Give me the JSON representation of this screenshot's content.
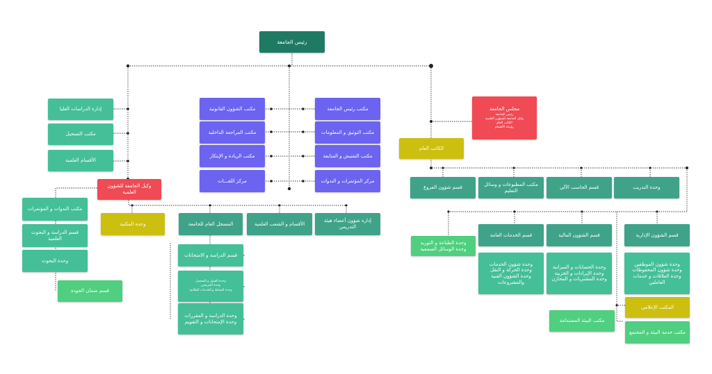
{
  "top": {
    "president": "رئيس الجامعة"
  },
  "council": {
    "title": "مجلس الجامعة",
    "members": [
      "رئيس الجامعة",
      "وكيل الجامعة للشؤون العلمية",
      "الكاتب العام",
      "رؤساء الأقسام"
    ]
  },
  "secretary_general": "الكاتب العام",
  "vice_president": "وكيل الجامعة للشؤون العلمية",
  "president_offices": {
    "right": [
      "مكتب رئيس الجامعة",
      "مكتب التوثيق و المعلومات",
      "مكتب التفتيش و المتابعة",
      "مركز المؤتمرات و الندوات"
    ],
    "left": [
      "مكتب الشؤون القانونية",
      "مكتب المراجعة الداخلية",
      "مكتب الريادة و الإبتكار",
      "مركز اللغـــات"
    ]
  },
  "graduate": [
    "إدارة الدراسات العليا",
    "مكتب التسجيل",
    "الأقسام العلمية"
  ],
  "vp_left": [
    "مكتب الندوات و المؤتمرات",
    "قسم الدراسة و البحوث العلمية",
    "وحدة البحوث",
    "قسم ضمان الجودة"
  ],
  "library": "وحدة المكتبة",
  "registrar": {
    "title": "المسجل العام للجامعة",
    "children": [
      {
        "lines": [
          "قسم الدراسة و الامتحانات"
        ]
      },
      {
        "lines": [
          "وحدة القبول و التسجيل",
          "وحدة الخريجين",
          "وحدة النشاط و الخدمات الطلابية"
        ]
      },
      {
        "lines": [
          "وحدة الدراسة و المقررات",
          "وحدة الإمتحانات و التقويم"
        ]
      }
    ]
  },
  "departments": "الأقسام و الشعب العلمية",
  "faculty_affairs": "إدارة شؤون أعضاء هيئة التدريس",
  "admin_row": [
    "قسم شؤون الفروع",
    "مكتب المطبوعات و وسائل التعليم",
    "قسم الحاسب الآلي",
    "وحدة التدريب"
  ],
  "print_unit": [
    "وحدة الطباعة و التوريد",
    "وحدة الوسائل السمعية"
  ],
  "general_services": {
    "title": "قسم الخدمات العامة",
    "units": [
      "وحدة شؤون الخدمات",
      "وحدة الحركة و النقل",
      "وحدة الشؤون الفنية",
      "والمشروعات"
    ]
  },
  "financial": {
    "title": "قسم الشؤون المالية",
    "units": [
      "وحدة الحسابات و الميزانية",
      "وحدة الإيرادات و الخزينة",
      "وحدة المشتريات و المخازن"
    ]
  },
  "administrative": {
    "title": "قسم الشؤون الإدارية",
    "units": [
      "وحدة شؤون الموظفين",
      "وحدة شؤون المحفوظات",
      "وحدة العلاقات و خدمات",
      "العاملين"
    ]
  },
  "media_office": "المكتب الإعلامي",
  "sustainable_env": "مكتب البيئة المستدامة",
  "community_service": "مكتب خدمة البيئة و المجتمع"
}
